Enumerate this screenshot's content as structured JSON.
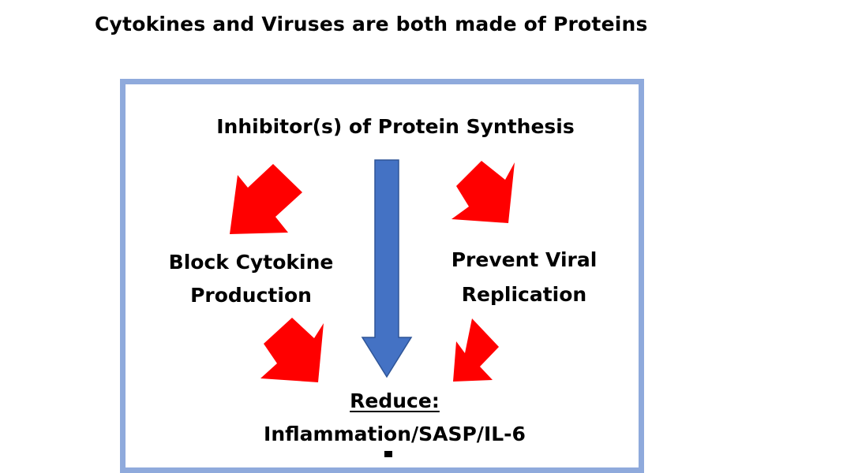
{
  "title": "Cytokines and Viruses are both made of Proteins",
  "box": {
    "heading": "Inhibitor(s) of Protein Synthesis",
    "left_outcome": {
      "line1": "Block Cytokine",
      "line2": "Production"
    },
    "right_outcome": {
      "line1": "Prevent Viral",
      "line2": "Replication"
    },
    "result_label": "Reduce:",
    "result_item": "Inflammation/SASP/IL-6"
  },
  "colors": {
    "box_border": "#8faadc",
    "red_arrow": "#ff0000",
    "blue_arrow": "#4472c4",
    "blue_arrow_outline": "#2f5597"
  }
}
